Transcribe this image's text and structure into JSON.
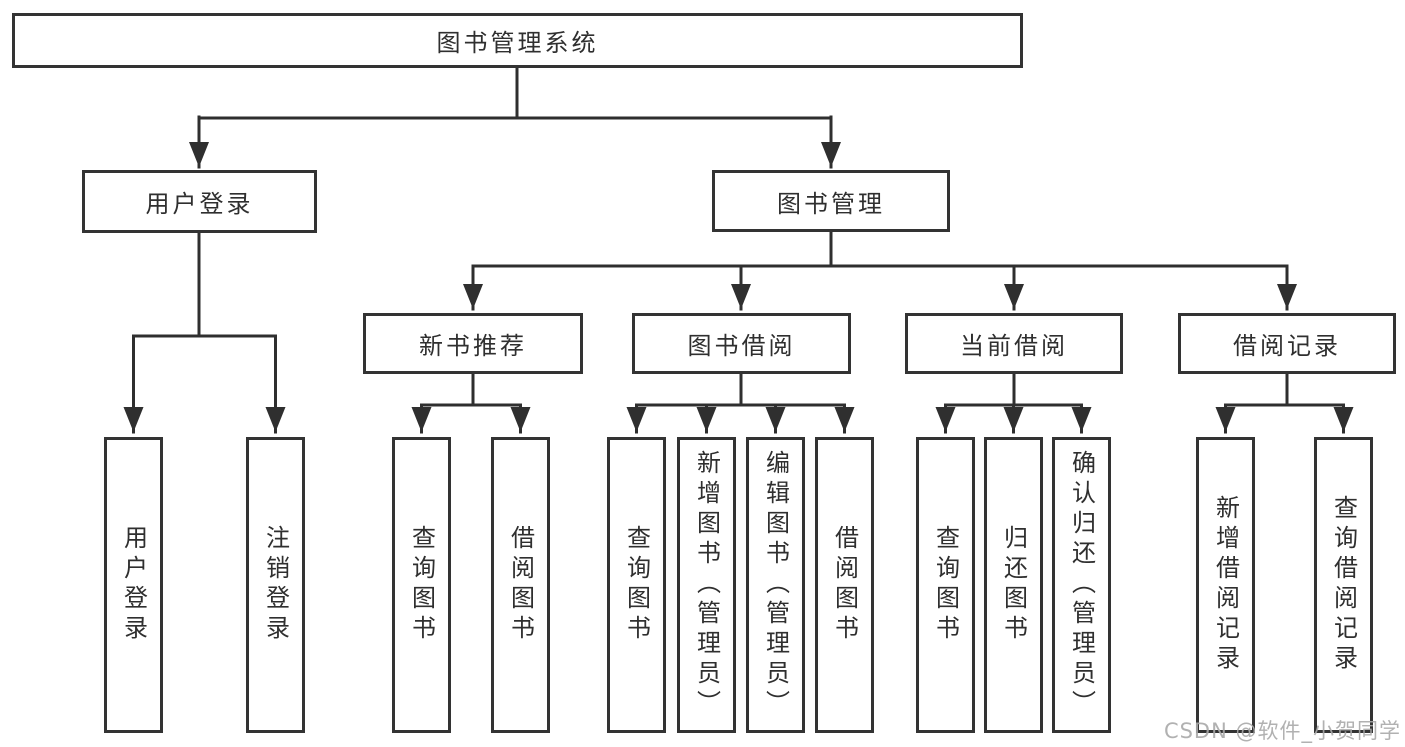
{
  "diagram": {
    "kind": "hierarchy-chart",
    "colors": {
      "line": "#2f2f2f",
      "box_border": "#333333",
      "text": "#2f2f2f",
      "background": "#ffffff",
      "watermark_text_color": "#a8a8a8"
    },
    "tree": {
      "root": "图书管理系统",
      "children": [
        {
          "label": "用户登录",
          "children": [
            {
              "label": "用户登录"
            },
            {
              "label": "注销登录"
            }
          ]
        },
        {
          "label": "图书管理",
          "children": [
            {
              "label": "新书推荐",
              "children": [
                {
                  "label": "查询图书"
                },
                {
                  "label": "借阅图书"
                }
              ]
            },
            {
              "label": "图书借阅",
              "children": [
                {
                  "label": "查询图书"
                },
                {
                  "label": "新增图书（管理员）"
                },
                {
                  "label": "编辑图书（管理员）"
                },
                {
                  "label": "借阅图书"
                }
              ]
            },
            {
              "label": "当前借阅",
              "children": [
                {
                  "label": "查询图书"
                },
                {
                  "label": "归还图书"
                },
                {
                  "label": "确认归还（管理员）"
                }
              ]
            },
            {
              "label": "借阅记录",
              "children": [
                {
                  "label": "新增借阅记录"
                },
                {
                  "label": "查询借阅记录"
                }
              ]
            }
          ]
        }
      ]
    },
    "watermark": {
      "text": "CSDN @软件_小贺同学"
    }
  }
}
